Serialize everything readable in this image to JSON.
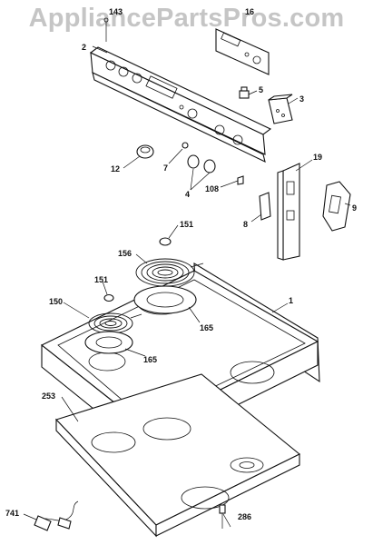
{
  "watermark": {
    "text": "AppliancePartsPros.com"
  },
  "callouts": {
    "c143": "143",
    "c16": "16",
    "c2": "2",
    "c5": "5",
    "c3": "3",
    "c12": "12",
    "c7": "7",
    "c4": "4",
    "c108": "108",
    "c19": "19",
    "c8": "8",
    "c9": "9",
    "c151a": "151",
    "c156": "156",
    "c1": "1",
    "c151b": "151",
    "c150": "150",
    "c165a": "165",
    "c165b": "165",
    "c253": "253",
    "c741": "741",
    "c286": "286"
  },
  "colors": {
    "ink": "#111111",
    "paper": "#ffffff",
    "watermark": "#969696"
  }
}
